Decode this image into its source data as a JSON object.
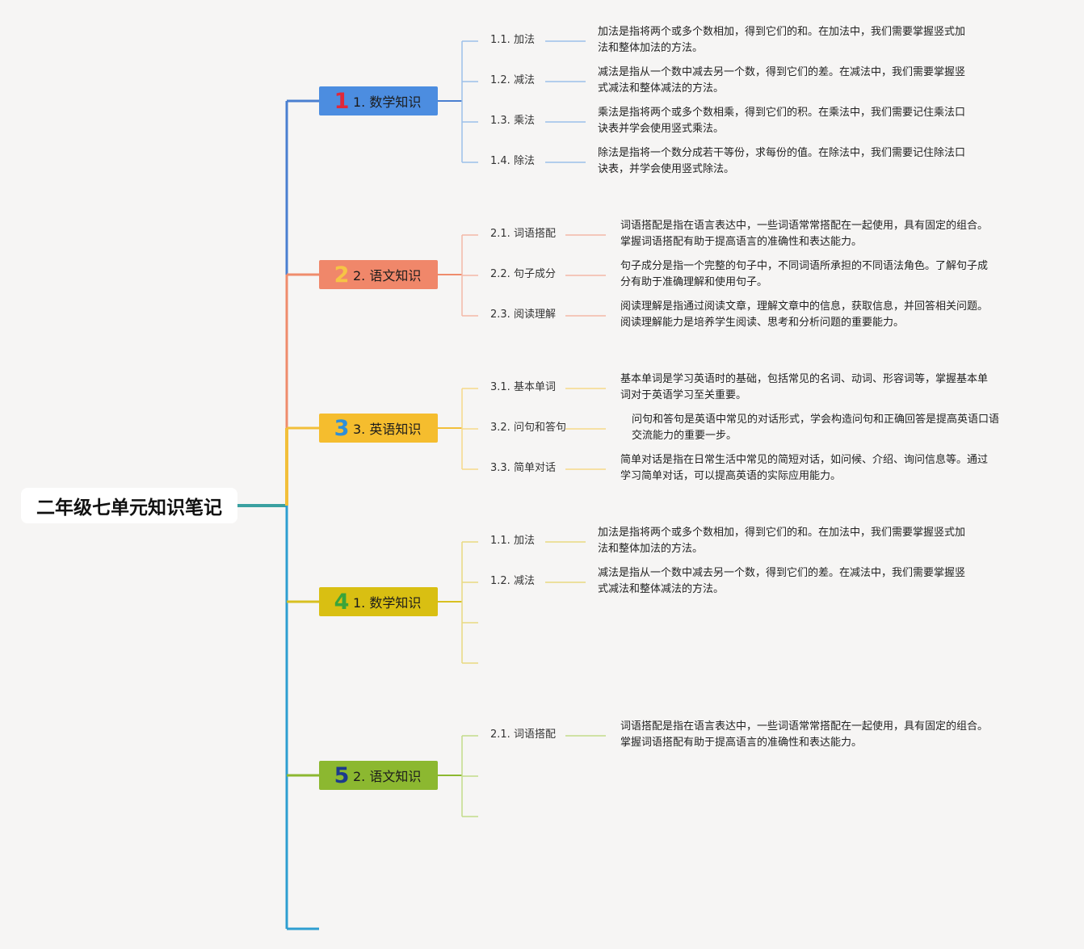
{
  "root": {
    "title": "二年级七单元知识笔记"
  },
  "colors": {
    "root_line": "#3aa0a0",
    "spine_blue": "#4a7fd0",
    "spine_orange": "#ef8c6c",
    "spine_yellow": "#f2bf3a",
    "spine_bottom": "#2e9ed1"
  },
  "branches": [
    {
      "num": "1",
      "num_color": "#e0283a",
      "label": "1. 数学知识",
      "fill": "#4c8de0",
      "line": "#4a7fd0",
      "leaf_line": "#9cc0ea",
      "items": [
        {
          "label": "1.1. 加法",
          "lines": [
            "加法是指将两个或多个数相加，得到它们的和。在加法中，我们需要掌握竖式加",
            "法和整体加法的方法。"
          ]
        },
        {
          "label": "1.2. 减法",
          "lines": [
            "减法是指从一个数中减去另一个数，得到它们的差。在减法中，我们需要掌握竖",
            "式减法和整体减法的方法。"
          ]
        },
        {
          "label": "1.3. 乘法",
          "lines": [
            "乘法是指将两个或多个数相乘，得到它们的积。在乘法中，我们需要记住乘法口",
            "诀表并学会使用竖式乘法。"
          ]
        },
        {
          "label": "1.4. 除法",
          "lines": [
            "除法是指将一个数分成若干等份，求每份的值。在除法中，我们需要记住除法口",
            "诀表，并学会使用竖式除法。"
          ]
        }
      ]
    },
    {
      "num": "2",
      "num_color": "#f6c445",
      "label": "2. 语文知识",
      "fill": "#f0876a",
      "line": "#ef8c6c",
      "leaf_line": "#f4b8a6",
      "items": [
        {
          "label": "2.1. 词语搭配",
          "lines": [
            "词语搭配是指在语言表达中，一些词语常常搭配在一起使用，具有固定的组合。",
            "掌握词语搭配有助于提高语言的准确性和表达能力。"
          ]
        },
        {
          "label": "2.2. 句子成分",
          "lines": [
            "句子成分是指一个完整的句子中，不同词语所承担的不同语法角色。了解句子成",
            "分有助于准确理解和使用句子。"
          ]
        },
        {
          "label": "2.3. 阅读理解",
          "lines": [
            "阅读理解是指通过阅读文章，理解文章中的信息，获取信息，并回答相关问题。",
            "阅读理解能力是培养学生阅读、思考和分析问题的重要能力。"
          ]
        }
      ]
    },
    {
      "num": "3",
      "num_color": "#2e8fd8",
      "label": "3. 英语知识",
      "fill": "#f5bd2e",
      "line": "#f2bf3a",
      "leaf_line": "#f6d98a",
      "items": [
        {
          "label": "3.1. 基本单词",
          "lines": [
            "基本单词是学习英语时的基础，包括常见的名词、动词、形容词等，掌握基本单",
            "词对于英语学习至关重要。"
          ]
        },
        {
          "label": "3.2. 问句和答句",
          "lines": [
            "问句和答句是英语中常见的对话形式，学会构造问句和正确回答是提高英语口语",
            "交流能力的重要一步。"
          ]
        },
        {
          "label": "3.3. 简单对话",
          "lines": [
            "简单对话是指在日常生活中常见的简短对话，如问候、介绍、询问信息等。通过",
            "学习简单对话，可以提高英语的实际应用能力。"
          ]
        }
      ]
    },
    {
      "num": "4",
      "num_color": "#3aa43a",
      "label": "1. 数学知识",
      "fill": "#d9bf12",
      "line": "#d8c020",
      "leaf_line": "#e9da80",
      "items": [
        {
          "label": "1.1. 加法",
          "lines": [
            "加法是指将两个或多个数相加，得到它们的和。在加法中，我们需要掌握竖式加",
            "法和整体加法的方法。"
          ]
        },
        {
          "label": "1.2. 减法",
          "lines": [
            "减法是指从一个数中减去另一个数，得到它们的差。在减法中，我们需要掌握竖",
            "式减法和整体减法的方法。"
          ]
        },
        {
          "label": "",
          "lines": []
        },
        {
          "label": "",
          "lines": []
        }
      ]
    },
    {
      "num": "5",
      "num_color": "#1c3a8c",
      "label": "2. 语文知识",
      "fill": "#8cb830",
      "line": "#8cb830",
      "leaf_line": "#c2dc8a",
      "items": [
        {
          "label": "2.1. 词语搭配",
          "lines": [
            "词语搭配是指在语言表达中，一些词语常常搭配在一起使用，具有固定的组合。",
            "掌握词语搭配有助于提高语言的准确性和表达能力。"
          ]
        },
        {
          "label": "",
          "lines": []
        },
        {
          "label": "",
          "lines": []
        }
      ]
    }
  ]
}
